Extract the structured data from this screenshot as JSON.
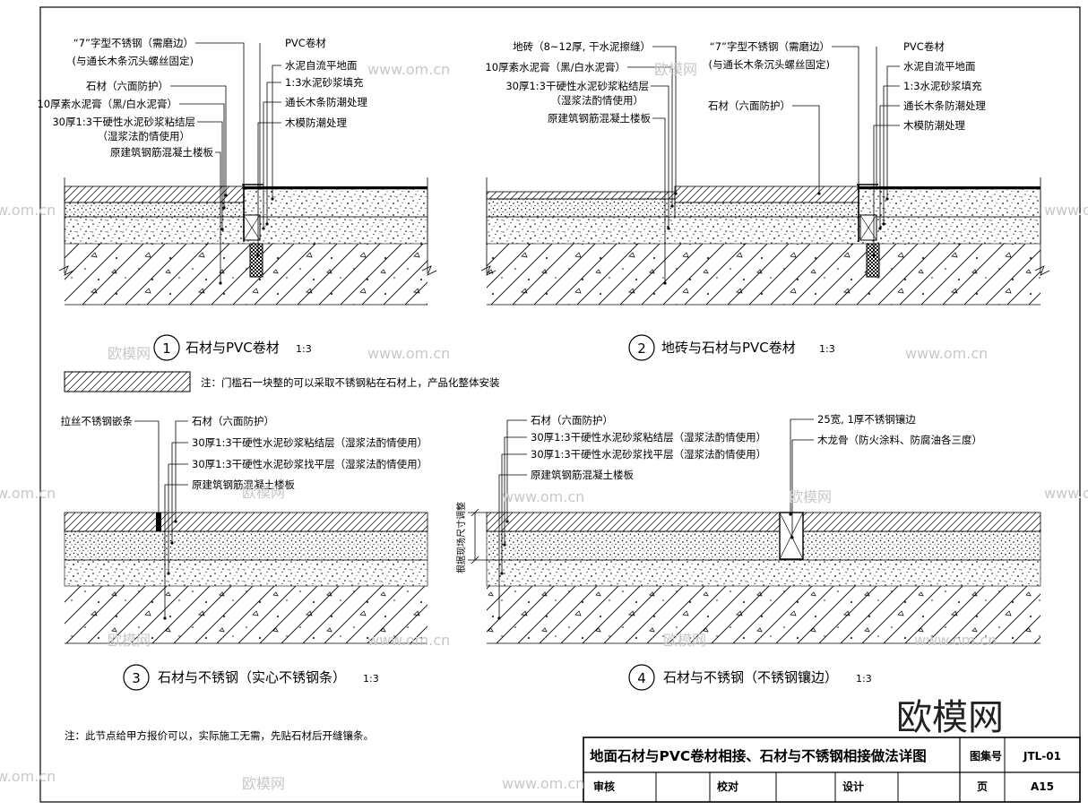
{
  "details": [
    {
      "number": "1",
      "title": "石材与PVC卷材",
      "scale": "1:3",
      "left_labels": [
        "“7”字型不锈钢（需磨边）",
        "(与通长木条沉头螺丝固定)",
        "石材（六面防护）",
        "10厚素水泥膏（黑/白水泥膏）",
        "30厚1:3干硬性水泥砂浆粘结层",
        "（湿浆法酌情使用）",
        "原建筑钢筋混凝土楼板"
      ],
      "right_labels": [
        "PVC卷材",
        "水泥自流平地面",
        "1:3水泥砂浆填充",
        "通长木条防潮处理",
        "木模防潮处理"
      ]
    },
    {
      "number": "2",
      "title": "地砖与石材与PVC卷材",
      "scale": "1:3",
      "left_labels": [
        "地砖（8~12厚, 干水泥擦缝）",
        "10厚素水泥膏（黑/白水泥膏）",
        "30厚1:3干硬性水泥砂浆粘结层",
        "（湿浆法酌情使用）",
        "原建筑钢筋混凝土楼板"
      ],
      "middle_labels": [
        "“7”字型不锈钢（需磨边）",
        "(与通长木条沉头螺丝固定)",
        "石材（六面防护）"
      ],
      "right_labels": [
        "PVC卷材",
        "水泥自流平地面",
        "1:3水泥砂浆填充",
        "通长木条防潮处理",
        "木模防潮处理"
      ]
    },
    {
      "number": "3",
      "title": "石材与不锈钢（实心不锈钢条）",
      "scale": "1:3",
      "left_labels": [
        "拉丝不锈钢嵌条"
      ],
      "right_labels": [
        "石材（六面防护）",
        "30厚1:3干硬性水泥砂浆粘结层（湿浆法酌情使用）",
        "30厚1:3干硬性水泥砂浆找平层（湿浆法酌情使用）",
        "原建筑钢筋混凝土楼板"
      ]
    },
    {
      "number": "4",
      "title": "石材与不锈钢（不锈钢镶边）",
      "scale": "1:3",
      "left_labels": [
        "石材（六面防护）",
        "30厚1:3干硬性水泥砂浆粘结层（湿浆法酌情使用）",
        "30厚1:3干硬性水泥砂浆找平层（湿浆法酌情使用）",
        "原建筑钢筋混凝土楼板"
      ],
      "right_labels": [
        "25宽, 1厚不锈钢镶边",
        "木龙骨（防火涂料、防腐油各三度）"
      ],
      "vertical_label": "根据现场尺寸调整"
    }
  ],
  "note_mid": "注：门槛石一块整的可以采取不锈钢粘在石材上，产品化整体安装",
  "note_bottom": "注：此节点给甲方报价可以，实际施工无需，先贴石材后开缝镶条。",
  "title_block": {
    "title": "地面石材与PVC卷材相接、石材与不锈钢相接做法详图",
    "atlas_label": "图集号",
    "atlas_value": "JTL-01",
    "review_label": "审核",
    "check_label": "校对",
    "design_label": "设计",
    "page_label": "页",
    "page_value": "A15"
  },
  "watermarks": {
    "brand": "欧模网",
    "site": "www.om.cn"
  }
}
